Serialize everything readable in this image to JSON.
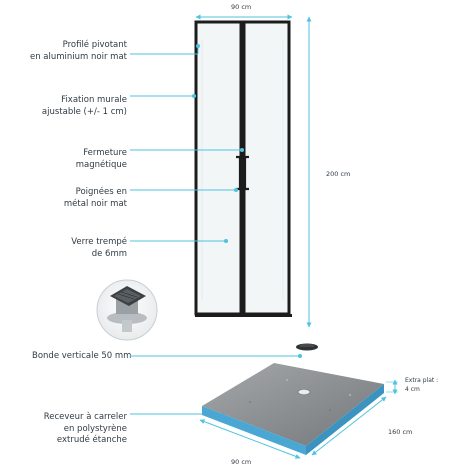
{
  "colors": {
    "accent": "#4fc3e0",
    "frame": "#1b1b1b",
    "glass": "#f4f7f8",
    "concrete": "#8f9396",
    "foam": "#57b3d9"
  },
  "labels": {
    "profile": [
      "Profilé pivotant",
      "en aluminium noir mat"
    ],
    "wall_fix": [
      "Fixation murale",
      "ajustable (+/- 1 cm)"
    ],
    "closure": [
      "Fermeture",
      "magnétique"
    ],
    "handles": [
      "Poignées en",
      "métal noir mat"
    ],
    "glass": [
      "Verre trempé",
      "de 6mm"
    ],
    "drain": "Bonde verticale 50 mm",
    "tray": [
      "Receveur à carreler",
      "en polystyrène",
      "extrudé étanche"
    ]
  },
  "dimensions": {
    "door_width": "90 cm",
    "door_height": "200 cm",
    "tray_depth": "160 cm",
    "tray_width": "90 cm",
    "extra_flat": [
      "Extra plat :",
      "4 cm"
    ]
  }
}
